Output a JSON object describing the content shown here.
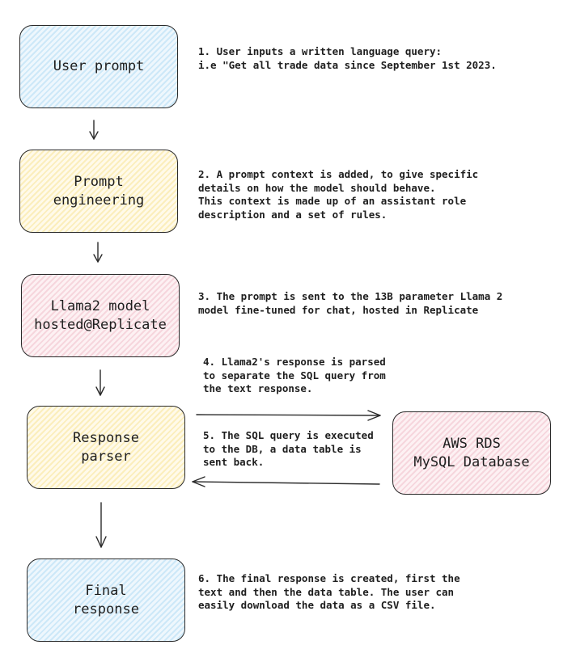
{
  "nodes": {
    "user_prompt": "User prompt",
    "prompt_engineering": "Prompt\nengineering",
    "llama2_model": "Llama2 model\nhosted@Replicate",
    "response_parser": "Response\nparser",
    "aws_rds": "AWS RDS\nMySQL Database",
    "final_response": "Final\nresponse"
  },
  "notes": {
    "step1": "1. User inputs a written language query:\ni.e \"Get all trade data since September 1st 2023.",
    "step2": "2. A prompt context is added, to give specific\ndetails on how the model should behave.\nThis context is made up of an assistant role\ndescription and a set of rules.",
    "step3": "3. The prompt is sent to the 13B parameter Llama 2\nmodel fine-tuned for chat, hosted in Replicate",
    "step4": "4. Llama2's response is parsed\nto separate the SQL query from\nthe text response.",
    "step5": "5. The SQL query is executed\nto the DB, a data table is\nsent back.",
    "step6": "6. The final response is created, first the\ntext and then the data table. The user can\neasily download the data as a CSV file."
  },
  "colors": {
    "blue_fill": "#cde8f8",
    "yellow_fill": "#fbeebc",
    "pink_fill": "#f6d6dd",
    "stroke": "#2a2a2a"
  }
}
